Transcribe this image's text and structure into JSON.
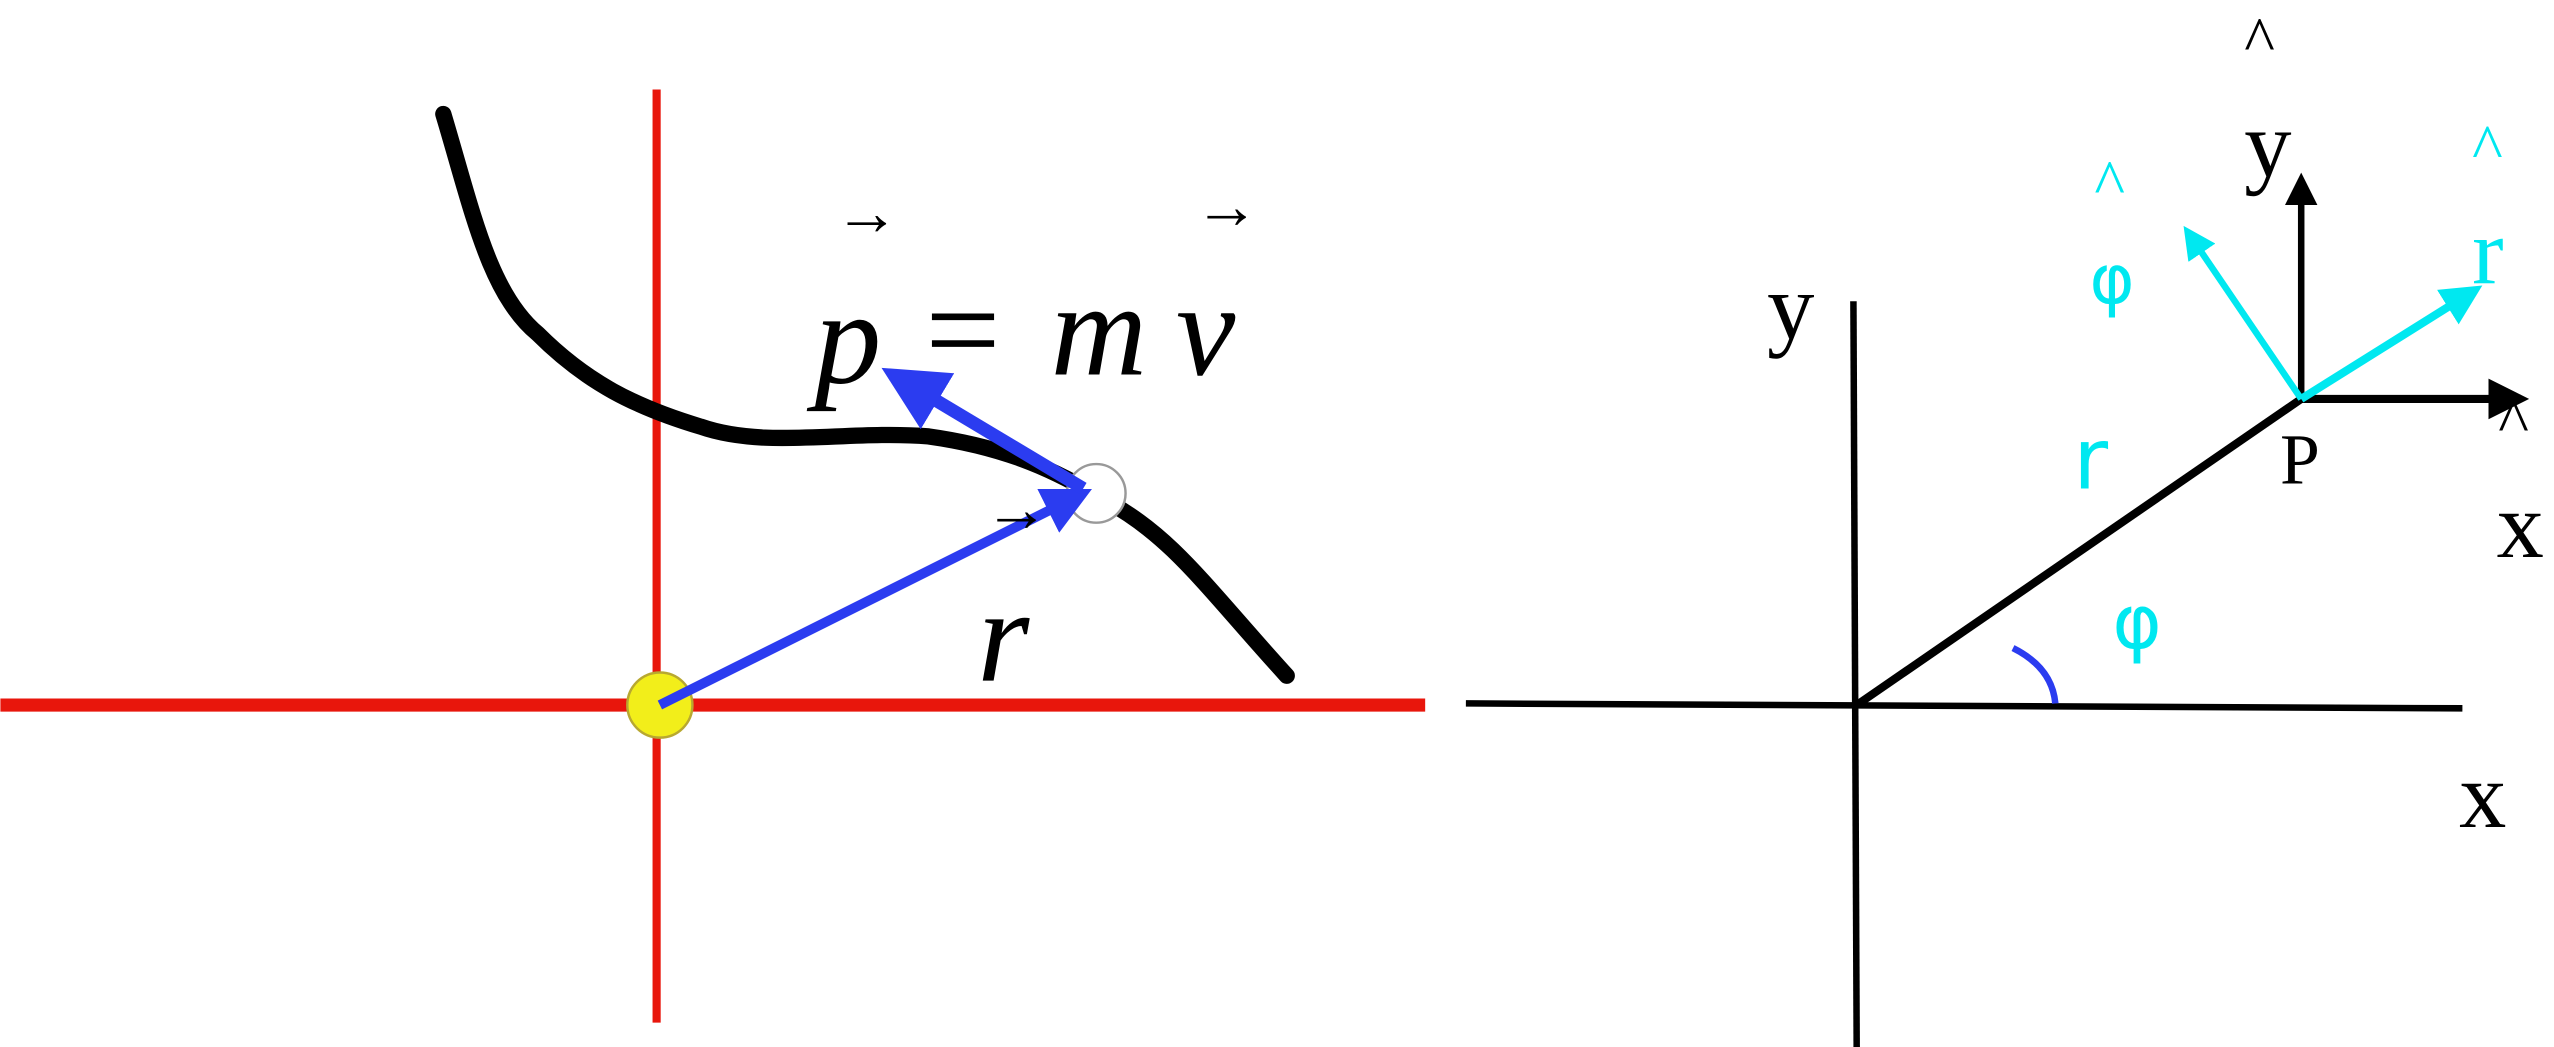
{
  "left_panel": {
    "momentum_label": {
      "vec_p": "p",
      "equals": "=",
      "mass": "m",
      "vec_v": "v"
    },
    "position_label": "r",
    "vector_arrow": "→"
  },
  "right_panel": {
    "axis_y": "y",
    "axis_x": "x",
    "radius": "r",
    "angle": "φ",
    "point": "P",
    "unit_y": "y",
    "unit_x": "x",
    "unit_r": "r",
    "unit_phi": "φ",
    "hat": "^"
  },
  "colors": {
    "axis_red": "#e8160c",
    "vector_blue": "#2b3cf0",
    "cyan": "#00e8f0",
    "particle_yellow": "#f2ee1a"
  }
}
